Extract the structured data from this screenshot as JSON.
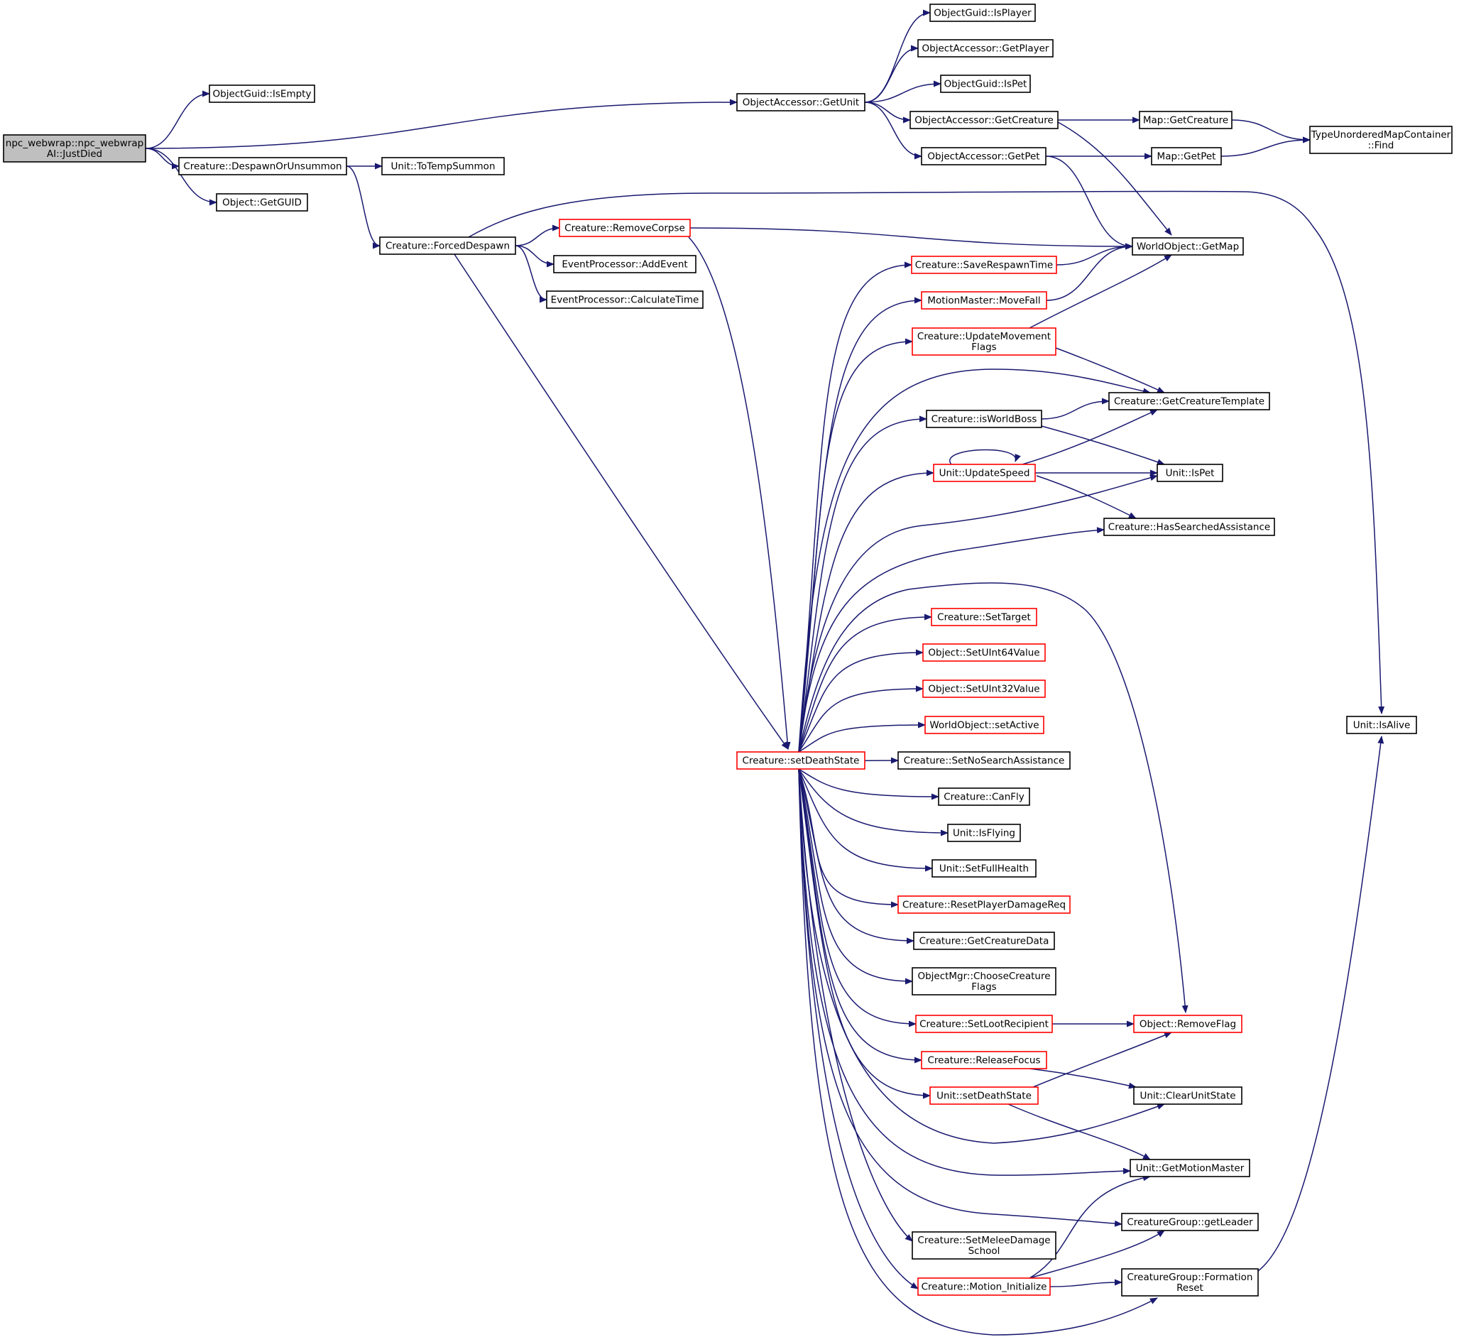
{
  "colors": {
    "edge": "#191970",
    "root_fill": "#bfbfbf",
    "normal_border": "#000000",
    "truncated_border": "#ff0000",
    "node_fill": "#ffffff"
  },
  "nodes": [
    {
      "id": "root",
      "lines": [
        "npc_webwrap::npc_webwrap",
        "AI::JustDied"
      ],
      "style": "root"
    },
    {
      "id": "guid_isempty",
      "lines": [
        "ObjectGuid::IsEmpty"
      ],
      "style": "normal"
    },
    {
      "id": "despawn_or_unsummon",
      "lines": [
        "Creature::DespawnOrUnsummon"
      ],
      "style": "normal"
    },
    {
      "id": "object_getguid",
      "lines": [
        "Object::GetGUID"
      ],
      "style": "normal"
    },
    {
      "id": "to_temp_summon",
      "lines": [
        "Unit::ToTempSummon"
      ],
      "style": "normal"
    },
    {
      "id": "forced_despawn",
      "lines": [
        "Creature::ForcedDespawn"
      ],
      "style": "normal"
    },
    {
      "id": "remove_corpse",
      "lines": [
        "Creature::RemoveCorpse"
      ],
      "style": "truncated"
    },
    {
      "id": "add_event",
      "lines": [
        "EventProcessor::AddEvent"
      ],
      "style": "normal"
    },
    {
      "id": "calculate_time",
      "lines": [
        "EventProcessor::CalculateTime"
      ],
      "style": "normal"
    },
    {
      "id": "oa_getunit",
      "lines": [
        "ObjectAccessor::GetUnit"
      ],
      "style": "normal"
    },
    {
      "id": "guid_isplayer",
      "lines": [
        "ObjectGuid::IsPlayer"
      ],
      "style": "normal"
    },
    {
      "id": "oa_getplayer",
      "lines": [
        "ObjectAccessor::GetPlayer"
      ],
      "style": "normal"
    },
    {
      "id": "guid_ispet",
      "lines": [
        "ObjectGuid::IsPet"
      ],
      "style": "normal"
    },
    {
      "id": "oa_getcreature",
      "lines": [
        "ObjectAccessor::GetCreature"
      ],
      "style": "normal"
    },
    {
      "id": "oa_getpet",
      "lines": [
        "ObjectAccessor::GetPet"
      ],
      "style": "normal"
    },
    {
      "id": "map_getcreature",
      "lines": [
        "Map::GetCreature"
      ],
      "style": "normal"
    },
    {
      "id": "map_getpet",
      "lines": [
        "Map::GetPet"
      ],
      "style": "normal"
    },
    {
      "id": "tumc_find",
      "lines": [
        "TypeUnorderedMapContainer",
        "::Find"
      ],
      "style": "normal"
    },
    {
      "id": "wo_getmap",
      "lines": [
        "WorldObject::GetMap"
      ],
      "style": "normal"
    },
    {
      "id": "save_respawn_time",
      "lines": [
        "Creature::SaveRespawnTime"
      ],
      "style": "truncated"
    },
    {
      "id": "move_fall",
      "lines": [
        "MotionMaster::MoveFall"
      ],
      "style": "truncated"
    },
    {
      "id": "update_movement_flags",
      "lines": [
        "Creature::UpdateMovement",
        "Flags"
      ],
      "style": "truncated"
    },
    {
      "id": "get_creature_template",
      "lines": [
        "Creature::GetCreatureTemplate"
      ],
      "style": "normal"
    },
    {
      "id": "is_world_boss",
      "lines": [
        "Creature::isWorldBoss"
      ],
      "style": "normal"
    },
    {
      "id": "update_speed",
      "lines": [
        "Unit::UpdateSpeed"
      ],
      "style": "truncated"
    },
    {
      "id": "unit_ispet",
      "lines": [
        "Unit::IsPet"
      ],
      "style": "normal"
    },
    {
      "id": "has_searched_assistance",
      "lines": [
        "Creature::HasSearchedAssistance"
      ],
      "style": "normal"
    },
    {
      "id": "set_target",
      "lines": [
        "Creature::SetTarget"
      ],
      "style": "truncated"
    },
    {
      "id": "set_uint64",
      "lines": [
        "Object::SetUInt64Value"
      ],
      "style": "truncated"
    },
    {
      "id": "set_uint32",
      "lines": [
        "Object::SetUInt32Value"
      ],
      "style": "truncated"
    },
    {
      "id": "set_active",
      "lines": [
        "WorldObject::setActive"
      ],
      "style": "truncated"
    },
    {
      "id": "set_death_state",
      "lines": [
        "Creature::setDeathState"
      ],
      "style": "truncated"
    },
    {
      "id": "set_no_search_assistance",
      "lines": [
        "Creature::SetNoSearchAssistance"
      ],
      "style": "normal"
    },
    {
      "id": "can_fly",
      "lines": [
        "Creature::CanFly"
      ],
      "style": "normal"
    },
    {
      "id": "is_flying",
      "lines": [
        "Unit::IsFlying"
      ],
      "style": "normal"
    },
    {
      "id": "set_full_health",
      "lines": [
        "Unit::SetFullHealth"
      ],
      "style": "normal"
    },
    {
      "id": "reset_player_damage_req",
      "lines": [
        "Creature::ResetPlayerDamageReq"
      ],
      "style": "truncated"
    },
    {
      "id": "get_creature_data",
      "lines": [
        "Creature::GetCreatureData"
      ],
      "style": "normal"
    },
    {
      "id": "choose_creature_flags",
      "lines": [
        "ObjectMgr::ChooseCreature",
        "Flags"
      ],
      "style": "normal"
    },
    {
      "id": "set_loot_recipient",
      "lines": [
        "Creature::SetLootRecipient"
      ],
      "style": "truncated"
    },
    {
      "id": "remove_flag",
      "lines": [
        "Object::RemoveFlag"
      ],
      "style": "truncated"
    },
    {
      "id": "release_focus",
      "lines": [
        "Creature::ReleaseFocus"
      ],
      "style": "truncated"
    },
    {
      "id": "clear_unit_state",
      "lines": [
        "Unit::ClearUnitState"
      ],
      "style": "normal"
    },
    {
      "id": "unit_set_death_state",
      "lines": [
        "Unit::setDeathState"
      ],
      "style": "truncated"
    },
    {
      "id": "get_motion_master",
      "lines": [
        "Unit::GetMotionMaster"
      ],
      "style": "normal"
    },
    {
      "id": "get_leader",
      "lines": [
        "CreatureGroup::getLeader"
      ],
      "style": "normal"
    },
    {
      "id": "set_melee_damage_school",
      "lines": [
        "Creature::SetMeleeDamage",
        "School"
      ],
      "style": "normal"
    },
    {
      "id": "motion_initialize",
      "lines": [
        "Creature::Motion_Initialize"
      ],
      "style": "truncated"
    },
    {
      "id": "formation_reset",
      "lines": [
        "CreatureGroup::Formation",
        "Reset"
      ],
      "style": "normal"
    },
    {
      "id": "unit_isalive",
      "lines": [
        "Unit::IsAlive"
      ],
      "style": "normal"
    }
  ],
  "edges": [
    [
      "root",
      "guid_isempty"
    ],
    [
      "root",
      "oa_getunit"
    ],
    [
      "root",
      "despawn_or_unsummon"
    ],
    [
      "root",
      "object_getguid"
    ],
    [
      "despawn_or_unsummon",
      "to_temp_summon"
    ],
    [
      "despawn_or_unsummon",
      "forced_despawn"
    ],
    [
      "forced_despawn",
      "remove_corpse"
    ],
    [
      "forced_despawn",
      "add_event"
    ],
    [
      "forced_despawn",
      "calculate_time"
    ],
    [
      "forced_despawn",
      "set_death_state"
    ],
    [
      "forced_despawn",
      "unit_isalive"
    ],
    [
      "remove_corpse",
      "wo_getmap"
    ],
    [
      "remove_corpse",
      "set_death_state"
    ],
    [
      "oa_getunit",
      "guid_isplayer"
    ],
    [
      "oa_getunit",
      "oa_getplayer"
    ],
    [
      "oa_getunit",
      "guid_ispet"
    ],
    [
      "oa_getunit",
      "oa_getcreature"
    ],
    [
      "oa_getunit",
      "oa_getpet"
    ],
    [
      "oa_getcreature",
      "map_getcreature"
    ],
    [
      "oa_getcreature",
      "wo_getmap"
    ],
    [
      "oa_getpet",
      "map_getpet"
    ],
    [
      "oa_getpet",
      "wo_getmap"
    ],
    [
      "map_getcreature",
      "tumc_find"
    ],
    [
      "map_getpet",
      "tumc_find"
    ],
    [
      "save_respawn_time",
      "wo_getmap"
    ],
    [
      "move_fall",
      "wo_getmap"
    ],
    [
      "update_movement_flags",
      "wo_getmap"
    ],
    [
      "update_movement_flags",
      "get_creature_template"
    ],
    [
      "is_world_boss",
      "get_creature_template"
    ],
    [
      "is_world_boss",
      "unit_ispet"
    ],
    [
      "update_speed",
      "update_speed"
    ],
    [
      "update_speed",
      "get_creature_template"
    ],
    [
      "update_speed",
      "unit_ispet"
    ],
    [
      "update_speed",
      "has_searched_assistance"
    ],
    [
      "set_loot_recipient",
      "remove_flag"
    ],
    [
      "release_focus",
      "clear_unit_state"
    ],
    [
      "unit_set_death_state",
      "remove_flag"
    ],
    [
      "unit_set_death_state",
      "get_motion_master"
    ],
    [
      "motion_initialize",
      "get_motion_master"
    ],
    [
      "motion_initialize",
      "get_leader"
    ],
    [
      "motion_initialize",
      "formation_reset"
    ],
    [
      "formation_reset",
      "unit_isalive"
    ],
    [
      "set_death_state",
      "save_respawn_time"
    ],
    [
      "set_death_state",
      "move_fall"
    ],
    [
      "set_death_state",
      "update_movement_flags"
    ],
    [
      "set_death_state",
      "get_creature_template"
    ],
    [
      "set_death_state",
      "is_world_boss"
    ],
    [
      "set_death_state",
      "update_speed"
    ],
    [
      "set_death_state",
      "unit_ispet"
    ],
    [
      "set_death_state",
      "has_searched_assistance"
    ],
    [
      "set_death_state",
      "remove_flag"
    ],
    [
      "set_death_state",
      "set_target"
    ],
    [
      "set_death_state",
      "set_uint64"
    ],
    [
      "set_death_state",
      "set_uint32"
    ],
    [
      "set_death_state",
      "set_active"
    ],
    [
      "set_death_state",
      "set_no_search_assistance"
    ],
    [
      "set_death_state",
      "can_fly"
    ],
    [
      "set_death_state",
      "is_flying"
    ],
    [
      "set_death_state",
      "set_full_health"
    ],
    [
      "set_death_state",
      "reset_player_damage_req"
    ],
    [
      "set_death_state",
      "get_creature_data"
    ],
    [
      "set_death_state",
      "choose_creature_flags"
    ],
    [
      "set_death_state",
      "set_loot_recipient"
    ],
    [
      "set_death_state",
      "release_focus"
    ],
    [
      "set_death_state",
      "unit_set_death_state"
    ],
    [
      "set_death_state",
      "clear_unit_state"
    ],
    [
      "set_death_state",
      "get_motion_master"
    ],
    [
      "set_death_state",
      "get_leader"
    ],
    [
      "set_death_state",
      "set_melee_damage_school"
    ],
    [
      "set_death_state",
      "motion_initialize"
    ],
    [
      "set_death_state",
      "formation_reset"
    ]
  ]
}
